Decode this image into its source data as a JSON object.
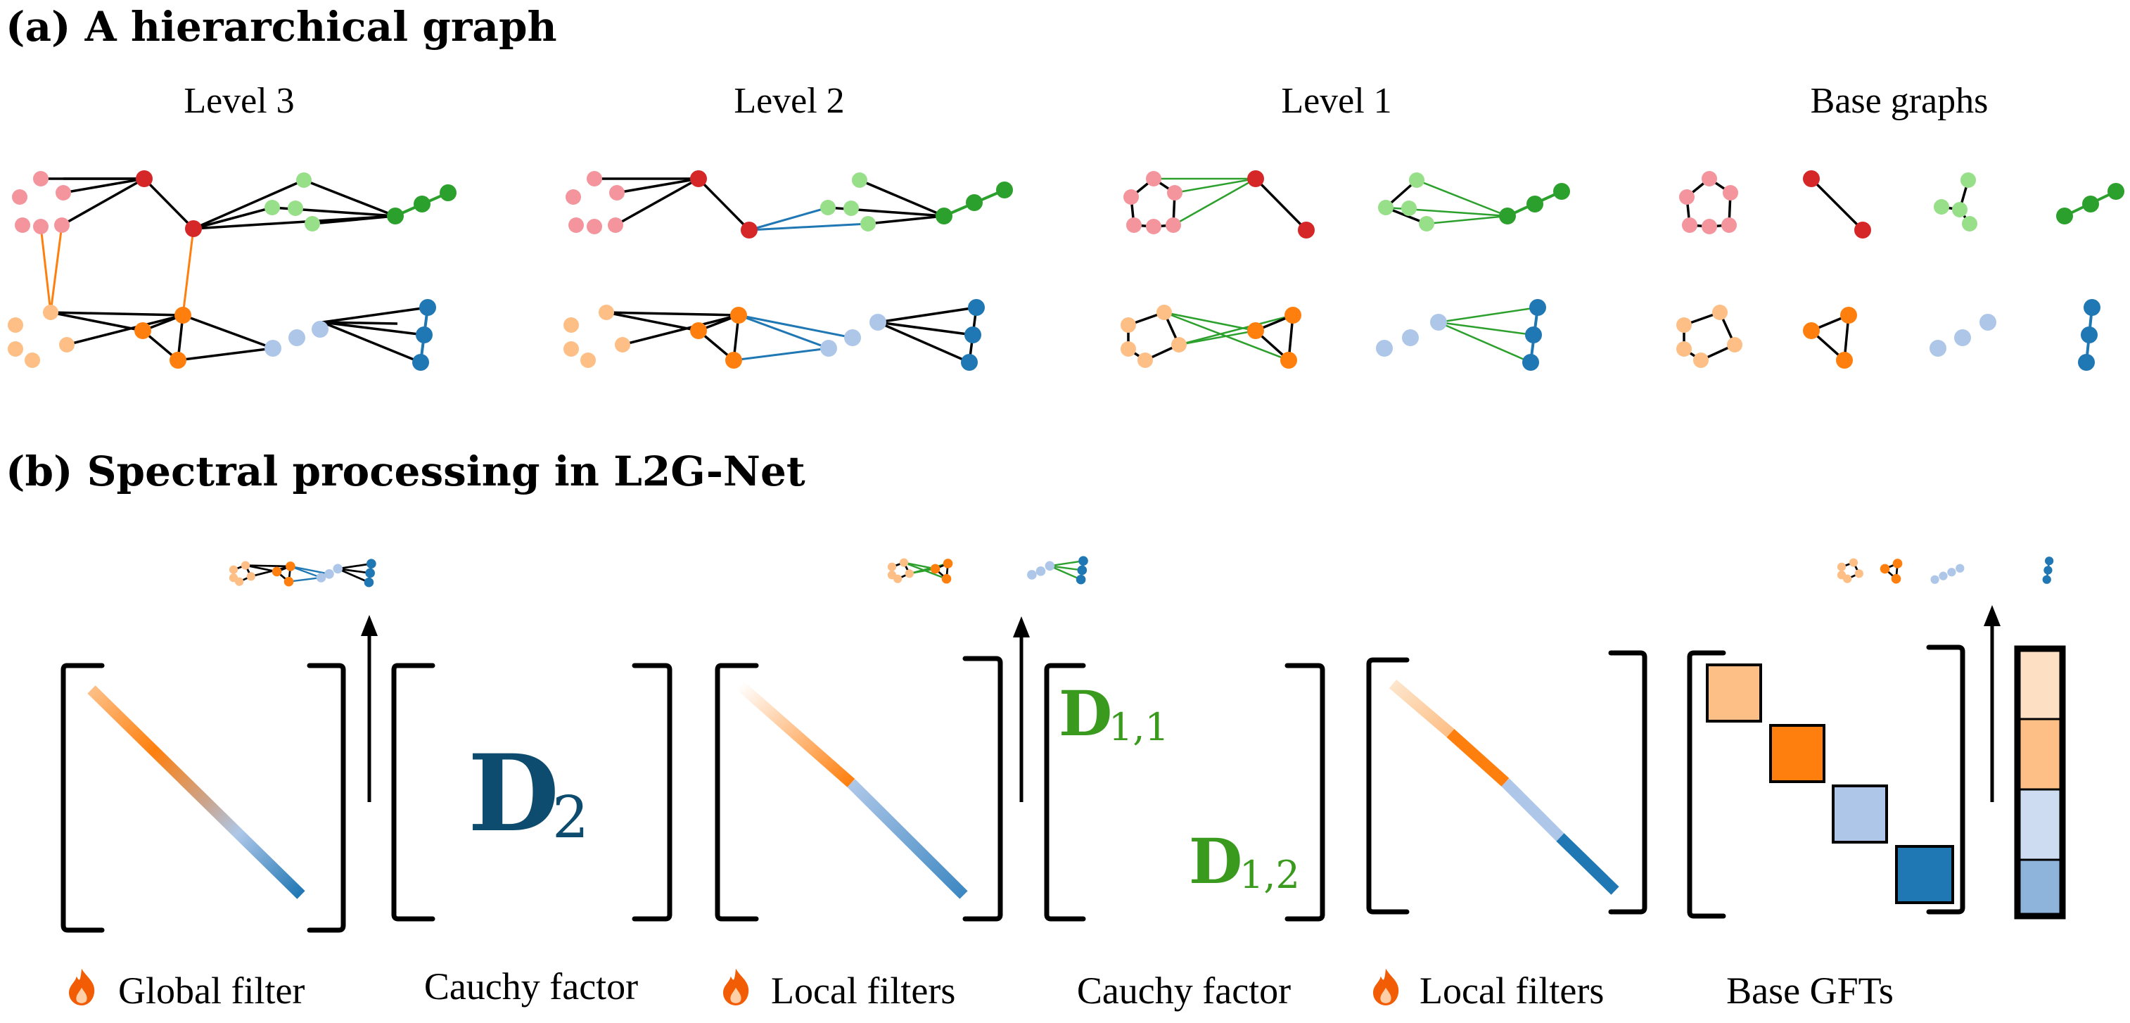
{
  "section_a": {
    "title": "(a) A hierarchical graph",
    "levels": [
      "Level 3",
      "Level 2",
      "Level 1",
      "Base graphs"
    ]
  },
  "section_b": {
    "title": "(b) Spectral processing in L2G-Net",
    "matrices": {
      "d2_letter": "D",
      "d2_sub": "2",
      "d11_letter": "D",
      "d11_sub": "1,1",
      "d12_letter": "D",
      "d12_sub": "1,2"
    },
    "captions": {
      "global_filter": "Global filter",
      "cauchy_factor_1": "Cauchy factor",
      "local_filters_1": "Local filters",
      "cauchy_factor_2": "Cauchy factor",
      "local_filters_2": "Local filters",
      "base_gfts": "Base GFTs"
    },
    "icons": [
      "fire-icon",
      "fire-icon",
      "fire-icon"
    ]
  },
  "colors": {
    "pink": "#f4949c",
    "red": "#d62728",
    "light_green": "#98df8a",
    "green": "#2ca02c",
    "light_orange": "#fdbf86",
    "orange": "#ff7f0e",
    "light_blue": "#aec7e8",
    "blue": "#1f77b4",
    "d2_color": "#0d4c6e",
    "d1_color": "#3a9a1e",
    "cross_edge_level3": "#ff7f0e",
    "cross_edge_level2": "#1f77b4",
    "cross_edge_level1": "#2ca02c"
  }
}
